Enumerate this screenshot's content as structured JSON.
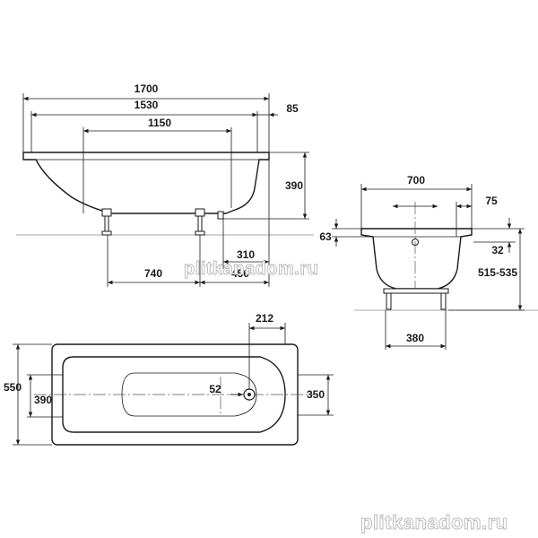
{
  "side_view": {
    "overall_length": "1700",
    "inner_length": "1530",
    "flat_bottom_length": "1150",
    "rim_offset": "85",
    "depth": "390",
    "leg_spacing": "740",
    "leg_to_end": "450",
    "drain_offset": "310"
  },
  "end_view": {
    "width": "700",
    "rim_width": "75",
    "rim_drop": "63",
    "overflow_height": "32",
    "installed_height": "515-535",
    "leg_span": "380"
  },
  "top_view": {
    "outer_width": "550",
    "inner_width": "390",
    "bottom_width": "350",
    "drain_to_end": "212",
    "drain_diameter": "52"
  },
  "watermarks": [
    "plitkanadom.ru",
    "plitkanadom.ru"
  ]
}
